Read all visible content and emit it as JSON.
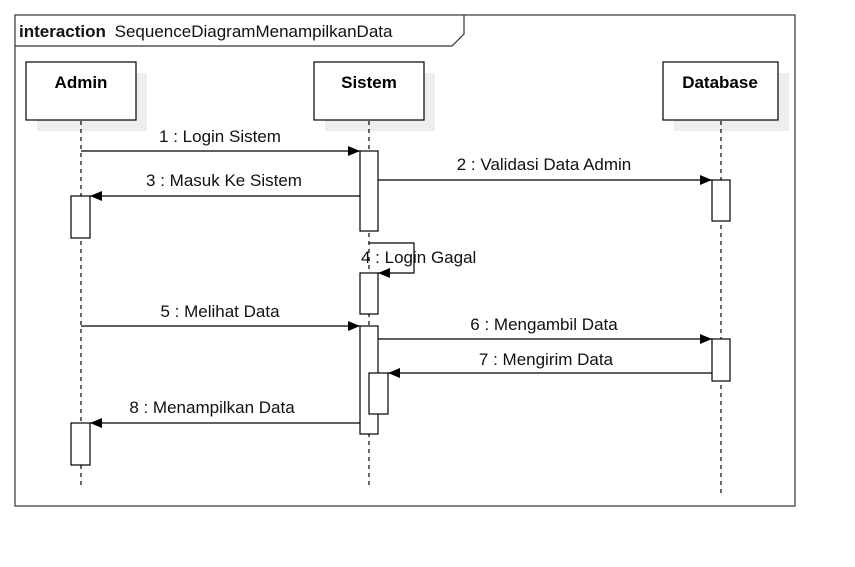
{
  "frame": {
    "keyword": "interaction",
    "name": "SequenceDiagramMenampilkanData"
  },
  "lifelines": [
    {
      "id": "admin",
      "label": "Admin"
    },
    {
      "id": "sistem",
      "label": "Sistem"
    },
    {
      "id": "database",
      "label": "Database"
    }
  ],
  "messages": [
    {
      "id": "m1",
      "label": "1 : Login Sistem"
    },
    {
      "id": "m2",
      "label": "2 : Validasi Data Admin"
    },
    {
      "id": "m3",
      "label": "3 : Masuk Ke Sistem"
    },
    {
      "id": "m4",
      "label": "4 : Login Gagal"
    },
    {
      "id": "m5",
      "label": "5 : Melihat Data"
    },
    {
      "id": "m6",
      "label": "6 : Mengambil Data"
    },
    {
      "id": "m7",
      "label": "7 : Mengirim Data"
    },
    {
      "id": "m8",
      "label": "8 : Menampilkan Data"
    }
  ]
}
